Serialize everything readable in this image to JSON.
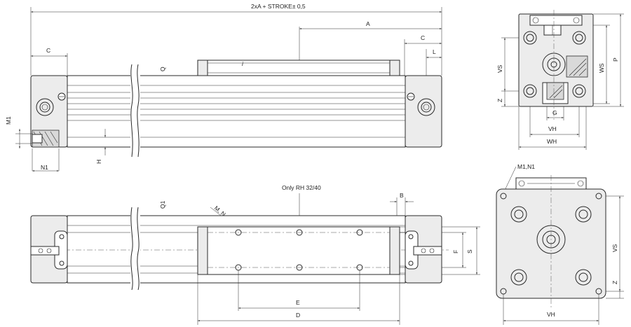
{
  "labels": {
    "overall_length": "2xA +  STROKE± 0,5",
    "A": "A",
    "C_top": "C",
    "L": "L",
    "C_left": "C",
    "Q": "Q",
    "i": "i",
    "M1": "M1",
    "N1": "N1",
    "H": "H",
    "only_rh": "Only RH 32/40",
    "B": "B",
    "Q1": "Q1",
    "MN": "M, N",
    "F": "F",
    "S": "S",
    "E": "E",
    "D": "D",
    "VS_end": "VS",
    "WS": "WS",
    "P": "P",
    "Z_end": "Z",
    "G": "G",
    "VH_end": "VH",
    "WH": "WH",
    "M1N1": "M1,N1",
    "VS_plate": "VS",
    "Z_plate": "Z",
    "VH_plate": "VH"
  }
}
